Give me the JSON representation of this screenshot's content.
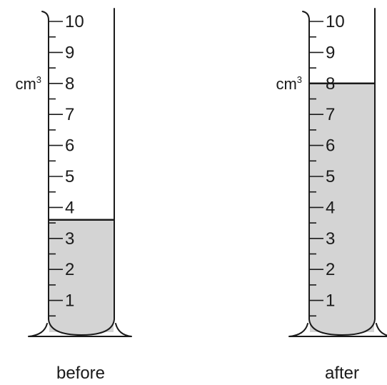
{
  "scale": {
    "min": 0,
    "max": 10,
    "minor_step": 0.5,
    "labels": [
      "1",
      "2",
      "3",
      "4",
      "5",
      "6",
      "7",
      "8",
      "9",
      "10"
    ]
  },
  "unit": {
    "base": "cm",
    "exponent": "3"
  },
  "cylinders": [
    {
      "caption": "before",
      "level": 3.6
    },
    {
      "caption": "after",
      "level": 8.0
    }
  ],
  "colors": {
    "liquid": "#d4d4d4",
    "line": "#1a1a1a"
  }
}
